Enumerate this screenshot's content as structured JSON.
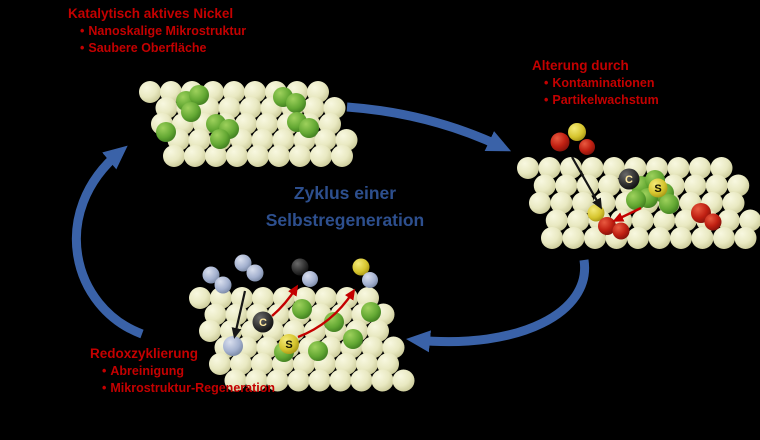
{
  "diagram": {
    "center_title": {
      "line1": "Zyklus einer",
      "line2": "Selbstregeneration"
    },
    "bullet_char": "•",
    "stages": {
      "active": {
        "heading": "Katalytisch aktives Nickel",
        "bullets": [
          "Nanoskalige Mikrostruktur",
          "Saubere Oberfläche"
        ]
      },
      "aging": {
        "heading": "Alterung durch",
        "bullets": [
          "Kontaminationen",
          "Partikelwachstum"
        ]
      },
      "redox": {
        "heading": "Redoxzyklierung",
        "bullets": [
          "Abreinigung",
          "Mikrostruktur-Regeneration"
        ]
      }
    },
    "atom_labels": {
      "carbon": "C",
      "sulfur": "S"
    },
    "colors": {
      "background": "#000000",
      "stage_text": "#c40000",
      "center_text": "#2d4f8e",
      "cycle_arrow": "#3a62a8",
      "surface_sphere": "#e9e9c2",
      "nickel_green": "#63a833",
      "oxygen_red": "#c02012",
      "sulfur_yellow": "#d6c52e",
      "carbon_dark": "#2e2e2e",
      "gas_blue": "#a4b1cf"
    }
  }
}
